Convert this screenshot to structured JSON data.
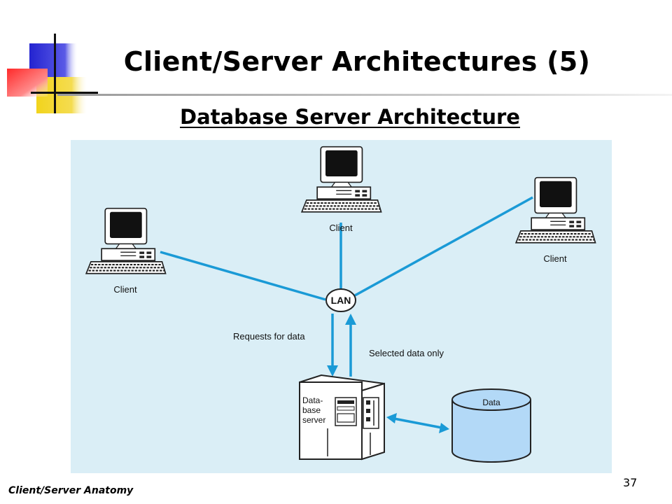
{
  "slide": {
    "title": "Client/Server Architectures (5)",
    "subtitle": "Database Server Architecture",
    "footer": "Client/Server Anatomy",
    "page_number": "37"
  },
  "diagram": {
    "background_color": "#daeef6",
    "line_color": "#1a9ad6",
    "clients": [
      {
        "label": "Client"
      },
      {
        "label": "Client"
      },
      {
        "label": "Client"
      }
    ],
    "hub_label": "LAN",
    "request_label": "Requests for data",
    "response_label": "Selected data only",
    "server_label_lines": [
      "Data-",
      "base",
      "server"
    ],
    "database_label": "Data"
  },
  "logo": {
    "colors": [
      "#2a2ad8",
      "#f0d020",
      "#ff4040"
    ],
    "icon": "decorative-squares-logo"
  }
}
